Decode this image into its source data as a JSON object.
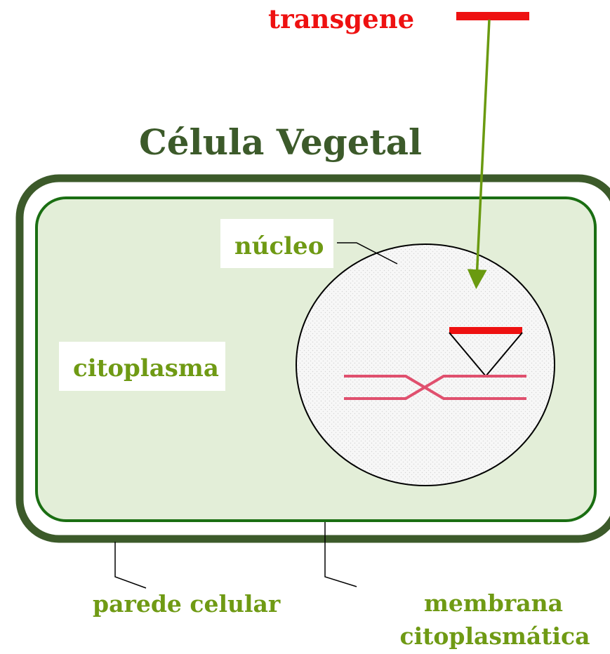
{
  "title": "Célula Vegetal",
  "labels": {
    "transgene": "transgene",
    "nucleus": "núcleo",
    "cytoplasm": "citoplasma",
    "cell_wall": "parede celular",
    "membrane_line1": "membrana",
    "membrane_line2": "citoplasmática"
  },
  "colors": {
    "title": "#3c5a2a",
    "transgene": "#ee1111",
    "label_green": "#6f9a14",
    "cell_wall": "#3c5a2a",
    "membrane": "#1a6e12",
    "cytoplasm_fill": "#e3eed8",
    "arrow": "#6a9a10",
    "chromosome": "#e0506e",
    "insert": "#ee1111",
    "nucleus_fill": "#f2f2f2"
  }
}
